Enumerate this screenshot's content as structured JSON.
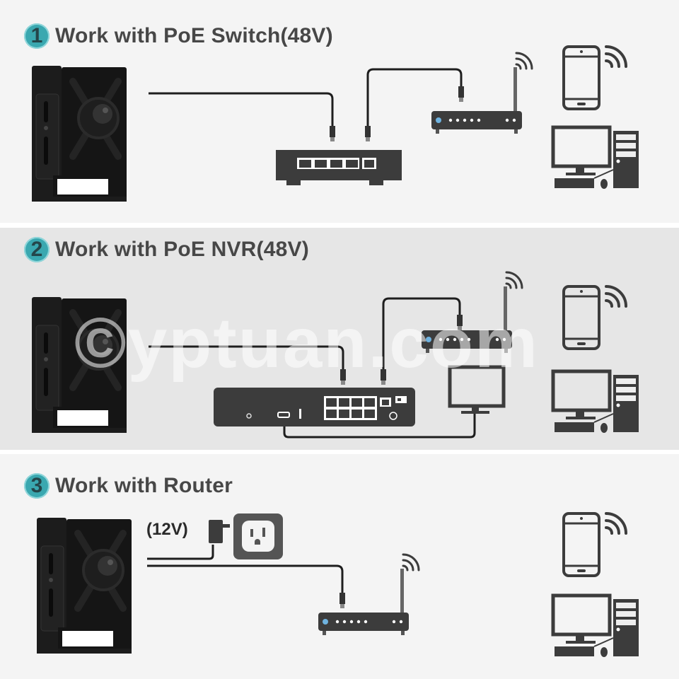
{
  "sections": [
    {
      "number": "1",
      "title": "Work with PoE Switch(48V)",
      "devices": [
        "camera",
        "poe-switch",
        "router",
        "smartphone",
        "desktop-computer"
      ]
    },
    {
      "number": "2",
      "title": "Work with PoE NVR(48V)",
      "devices": [
        "camera",
        "poe-nvr",
        "router",
        "monitor",
        "smartphone",
        "desktop-computer"
      ]
    },
    {
      "number": "3",
      "title": "Work with Router",
      "power_label": "(12V)",
      "devices": [
        "camera",
        "power-adapter",
        "wall-outlet",
        "router",
        "smartphone",
        "desktop-computer"
      ]
    }
  ],
  "watermark": "©yptuan.com",
  "colors": {
    "badge": "#3aa8b0",
    "device": "#3c3c3c",
    "title": "#474747",
    "led": "#6fb3e0"
  }
}
